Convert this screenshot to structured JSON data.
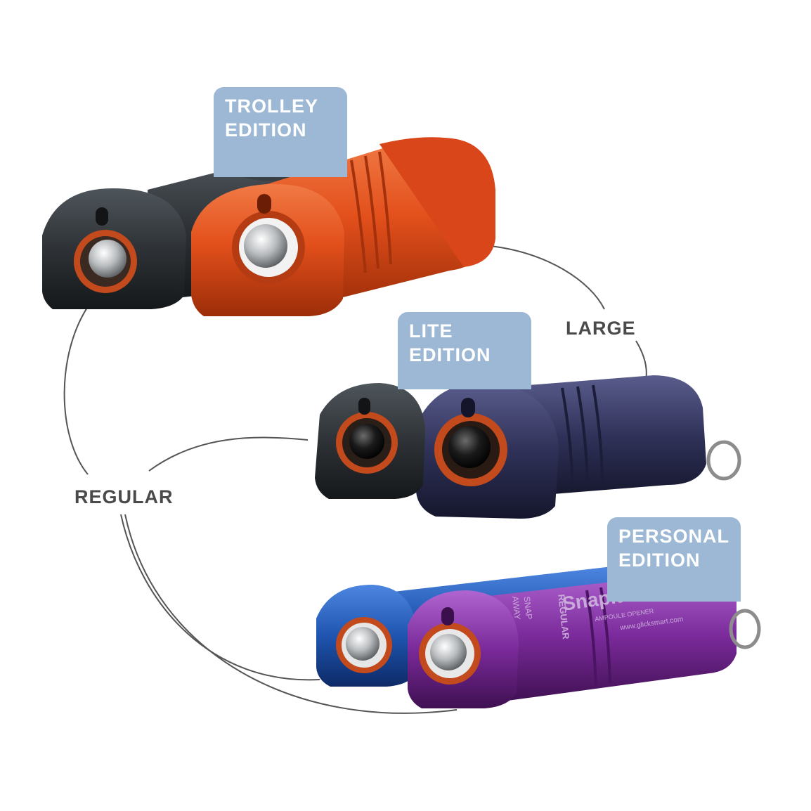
{
  "tags": {
    "trolley": [
      "TROLLEY",
      "EDITION"
    ],
    "lite": [
      "LITE",
      "EDITION"
    ],
    "personal": [
      "PERSONAL",
      "EDITION"
    ]
  },
  "sizes": {
    "large": "LARGE",
    "regular": "REGULAR"
  },
  "product_print": {
    "brand": "Snapit",
    "subtitle": "AMPOULE OPENER",
    "url": "www.glicksmart.com",
    "snap": "SNAP",
    "away": "AWAY",
    "regular": "REGULAR"
  },
  "colors": {
    "tag_bg": "#9db8d4",
    "label_text": "#4a4a4a",
    "orange": "#e3501c",
    "charcoal": "#2e3236",
    "navy": "#2f3158",
    "blue": "#1f55b0",
    "purple": "#7a2a9a",
    "seal": "#c24a1c"
  }
}
